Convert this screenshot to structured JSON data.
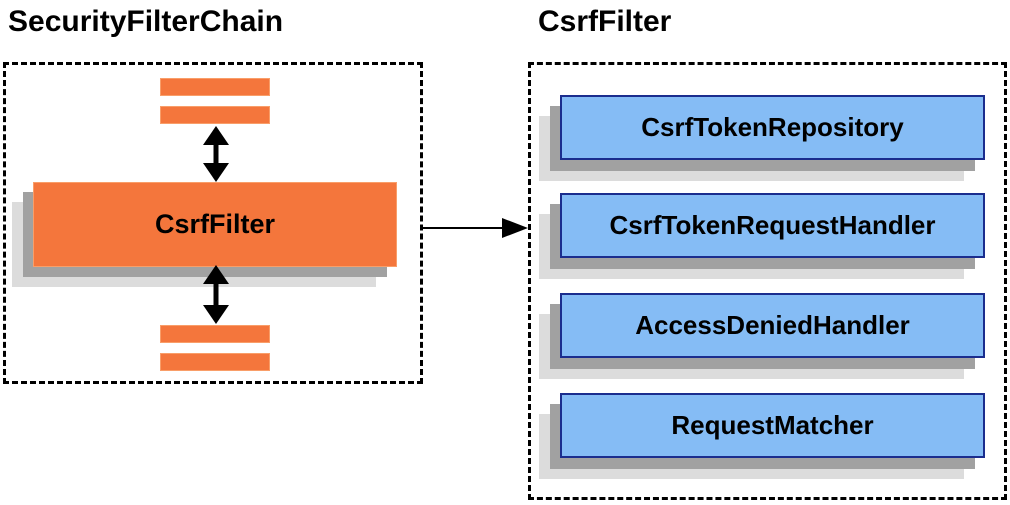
{
  "left_panel": {
    "title": "SecurityFilterChain",
    "filter_box_label": "CsrfFilter"
  },
  "right_panel": {
    "title": "CsrfFilter",
    "items": [
      {
        "label": "CsrfTokenRepository"
      },
      {
        "label": "CsrfTokenRequestHandler"
      },
      {
        "label": "AccessDeniedHandler"
      },
      {
        "label": "RequestMatcher"
      }
    ]
  },
  "colors": {
    "orange_fill": "#f4763c",
    "orange_edge": "#f99e69",
    "blue_fill": "#85bcf5",
    "blue_border": "#1b2d8e",
    "shadow_dark": "#a1a1a1",
    "shadow_light": "#dcdcdc",
    "arrow_color": "#000000"
  }
}
